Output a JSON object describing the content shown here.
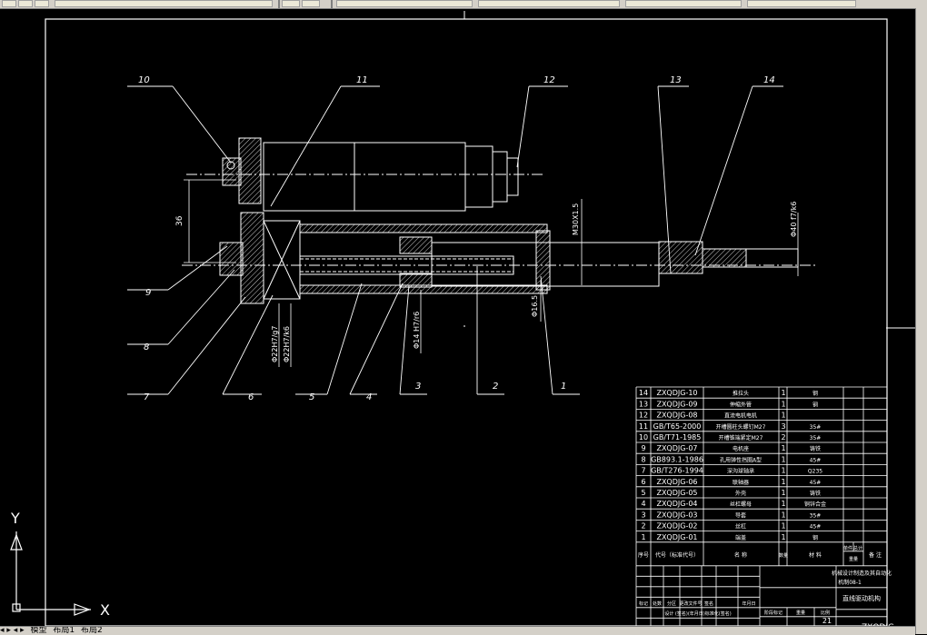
{
  "toolbar": {
    "items": [
      "first-button",
      "second-button",
      "third-button",
      "layer-dropdown",
      "linetype-dropdown",
      "lineweight-dropdown",
      "plotstyle-dropdown"
    ]
  },
  "statusbar": {
    "tabs": [
      "模型",
      "布局1",
      "布局2"
    ]
  },
  "ucs": {
    "x_label": "X",
    "y_label": "Y"
  },
  "drawing": {
    "leaders_top": [
      "10",
      "11",
      "12",
      "13",
      "14"
    ],
    "leaders_bottom": [
      "9",
      "8",
      "7",
      "6",
      "5",
      "4",
      "3",
      "2",
      "1"
    ],
    "dimensions": {
      "d36": "36",
      "m30": "M30X1.5",
      "phi40": "Φ40 f7/k6",
      "phi16": "Φ16.5",
      "phi14": "Φ14 H7/r6",
      "fit1": "Φ22H7/g7",
      "fit2": "Φ22H7/k6"
    }
  },
  "bom": {
    "rows": [
      {
        "no": "14",
        "code": "ZXQDJG-10",
        "name": "推拉头",
        "qty": "1",
        "mat": "钢"
      },
      {
        "no": "13",
        "code": "ZXQDJG-09",
        "name": "伸缩外管",
        "qty": "1",
        "mat": "钢"
      },
      {
        "no": "12",
        "code": "ZXQDJG-08",
        "name": "直流电机电机",
        "qty": "1",
        "mat": ""
      },
      {
        "no": "11",
        "code": "GB/T65-2000",
        "name": "开槽圆柱头螺钉M27",
        "qty": "3",
        "mat": "35#"
      },
      {
        "no": "10",
        "code": "GB/T71-1985",
        "name": "开槽锥端紧定M27",
        "qty": "2",
        "mat": "35#"
      },
      {
        "no": "9",
        "code": "ZXQDJG-07",
        "name": "电机座",
        "qty": "1",
        "mat": "铸铁"
      },
      {
        "no": "8",
        "code": "GB893.1-1986",
        "name": "孔用弹性挡圈A型",
        "qty": "1",
        "mat": "45#"
      },
      {
        "no": "7",
        "code": "GB/T276-1994",
        "name": "深沟球轴承",
        "qty": "1",
        "mat": "Q235"
      },
      {
        "no": "6",
        "code": "ZXQDJG-06",
        "name": "联轴器",
        "qty": "1",
        "mat": "45#"
      },
      {
        "no": "5",
        "code": "ZXQDJG-05",
        "name": "外壳",
        "qty": "1",
        "mat": "铸铁"
      },
      {
        "no": "4",
        "code": "ZXQDJG-04",
        "name": "丝杠螺母",
        "qty": "1",
        "mat": "铜锌合金"
      },
      {
        "no": "3",
        "code": "ZXQDJG-03",
        "name": "导套",
        "qty": "1",
        "mat": "35#"
      },
      {
        "no": "2",
        "code": "ZXQDJG-02",
        "name": "丝杠",
        "qty": "1",
        "mat": "45#"
      },
      {
        "no": "1",
        "code": "ZXQDJG-01",
        "name": "端盖",
        "qty": "1",
        "mat": "钢"
      }
    ],
    "header": {
      "no": "序号",
      "code": "代号（标准代号）",
      "name": "名 称",
      "qty": "数量",
      "mat": "材 料",
      "w1": "单件",
      "w2": "总计",
      "weight": "重量",
      "note": "备 注"
    },
    "title_main": "机械设计制造及其自动化",
    "title_sub": "机制08-1",
    "product": "直线驱动机构",
    "drawing_no": "ZXQDJG",
    "sheet": "21",
    "sign_labels": [
      "标记",
      "处数",
      "分区",
      "更改文件号",
      "签名",
      "年月日"
    ],
    "sign_row2": "设计 (签名)(年月日)标准化(签名)",
    "stage": "阶段标记",
    "wt": "重量",
    "scale": "比例"
  }
}
